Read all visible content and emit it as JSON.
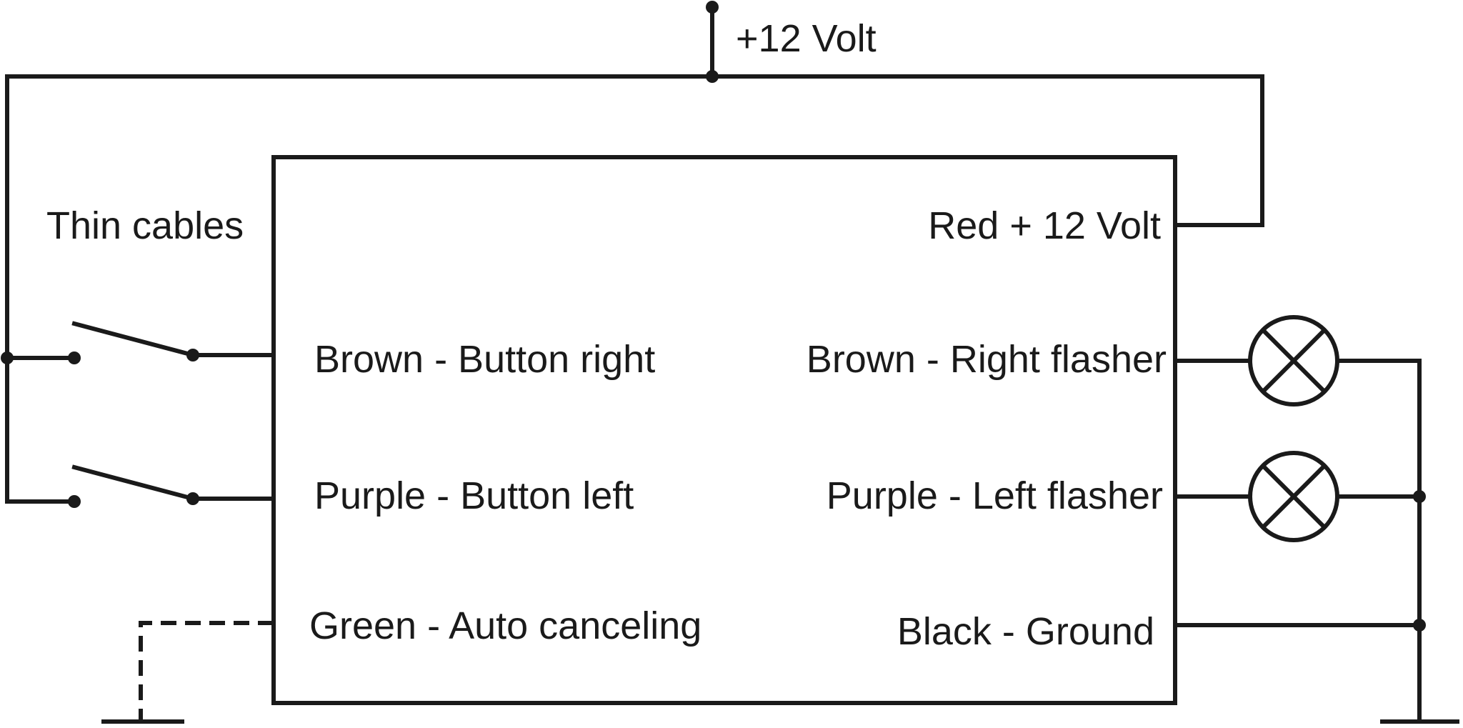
{
  "supply": {
    "label": "+12 Volt"
  },
  "left_section": {
    "heading": "Thin cables"
  },
  "module": {
    "inputs": [
      {
        "label": "Brown - Button right"
      },
      {
        "label": "Purple - Button left"
      },
      {
        "label": "Green - Auto canceling"
      }
    ],
    "outputs": [
      {
        "label": "Red + 12 Volt"
      },
      {
        "label": "Brown - Right flasher"
      },
      {
        "label": "Purple - Left flasher"
      },
      {
        "label": "Black - Ground"
      }
    ]
  },
  "icons": {
    "switch": "spst-switch-icon",
    "lamp": "lamp-icon",
    "ground": "ground-icon",
    "junction": "junction-dot-icon"
  },
  "colors": {
    "line": "#1a1a1a",
    "background": "#ffffff"
  }
}
